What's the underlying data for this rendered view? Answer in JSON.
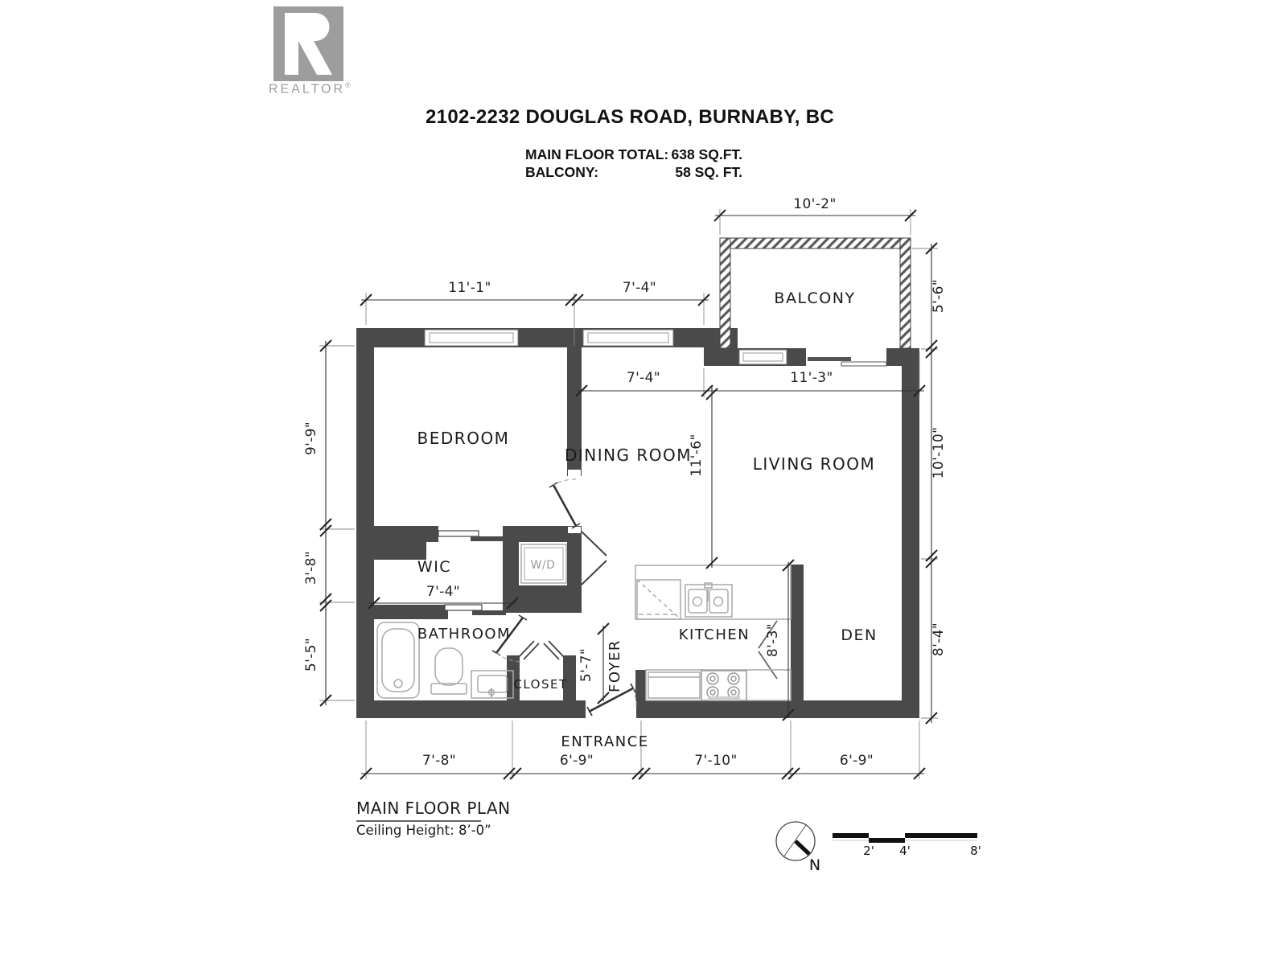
{
  "header": {
    "logo": {
      "letter": "R",
      "brand": "REALTOR",
      "registered": "®"
    },
    "title": "2102-2232 DOUGLAS ROAD, BURNABY, BC",
    "stats": [
      {
        "label": "MAIN FLOOR TOTAL:",
        "value": "638 SQ.FT."
      },
      {
        "label": "BALCONY:",
        "value": "58 SQ. FT."
      }
    ]
  },
  "rooms": {
    "balcony": "BALCONY",
    "bedroom": "BEDROOM",
    "dining_room": "DINING ROOM",
    "living_room": "LIVING ROOM",
    "wic": "WIC",
    "washer_dryer": "W/D",
    "bathroom": "BATHROOM",
    "closet": "CLOSET",
    "foyer": "FOYER",
    "kitchen": "KITCHEN",
    "den": "DEN",
    "entrance": "ENTRANCE"
  },
  "dimensions": {
    "balcony_width": "10'-2\"",
    "balcony_depth": "5'-6\"",
    "bedroom_width": "11'-1\"",
    "dining_width": "7'-4\"",
    "dining_width_inner": "7'-4\"",
    "living_width": "11'-3\"",
    "dining_depth": "11'-6\"",
    "living_depth": "10'-10\"",
    "bedroom_depth": "9'-9\"",
    "wic_depth": "3'-8\"",
    "bathroom_depth": "5'-5\"",
    "wic_width": "7'-4\"",
    "foyer_depth": "5'-7\"",
    "kitchen_depth": "8'-3\"",
    "den_depth": "8'-4\"",
    "bottom_bathroom": "7'-8\"",
    "bottom_closet": "6'-9\"",
    "bottom_kitchen": "7'-10\"",
    "bottom_den": "6'-9\""
  },
  "footer": {
    "plan_title": "MAIN FLOOR PLAN",
    "ceiling_height": "Ceiling Height: 8’-0”",
    "compass_label": "N",
    "scale_labels": [
      "2'",
      "4'",
      "8'"
    ]
  },
  "colors": {
    "wall": "#4a4a4a",
    "fixture": "#a9a9a9",
    "logo_gray": "#9d9d9d"
  }
}
